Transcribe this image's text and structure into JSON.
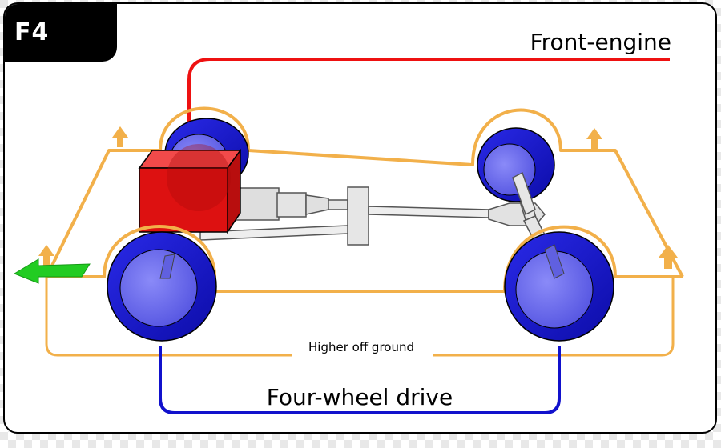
{
  "badge": {
    "label": "F4"
  },
  "labels": {
    "engine": "Front-engine",
    "drive": "Four-wheel drive",
    "ground": "Higher off ground"
  },
  "colors": {
    "engine_line": "#ee1111",
    "drive_line": "#1111cc",
    "ground_line": "#f2b04a",
    "engine_block": "#dd1111",
    "tire": "#1a1ad0",
    "hub": "#6a6af0",
    "direction_arrow": "#22cc22"
  },
  "icons": {
    "direction": "direction-arrow-icon",
    "lift": "up-arrow-icon"
  }
}
